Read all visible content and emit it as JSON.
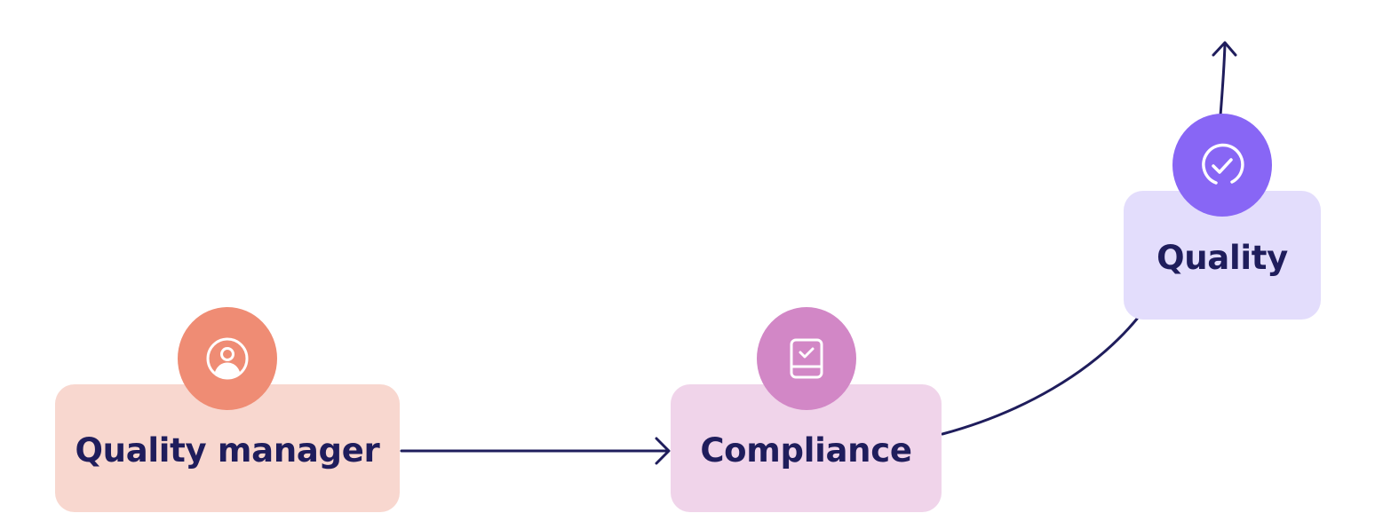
{
  "diagram": {
    "colors": {
      "connector": "#1f1d5c",
      "label_text": "#1f1d5c",
      "icon_stroke": "#ffffff"
    },
    "nodes": [
      {
        "id": "quality-manager",
        "label": "Quality manager",
        "icon": "user-circle-icon",
        "card_color": "#f8d7cf",
        "badge_color": "#ef8c74"
      },
      {
        "id": "compliance",
        "label": "Compliance",
        "icon": "checklist-book-icon",
        "card_color": "#f0d4ea",
        "badge_color": "#d287c6"
      },
      {
        "id": "quality",
        "label": "Quality",
        "icon": "check-circle-icon",
        "card_color": "#e3ddfc",
        "badge_color": "#8866f5"
      }
    ],
    "edges": [
      {
        "from": "quality-manager",
        "to": "compliance",
        "style": "straight-arrow"
      },
      {
        "from": "compliance",
        "to": "quality",
        "style": "curve"
      },
      {
        "from": "quality",
        "to": "",
        "style": "arrow-up-out"
      }
    ]
  }
}
